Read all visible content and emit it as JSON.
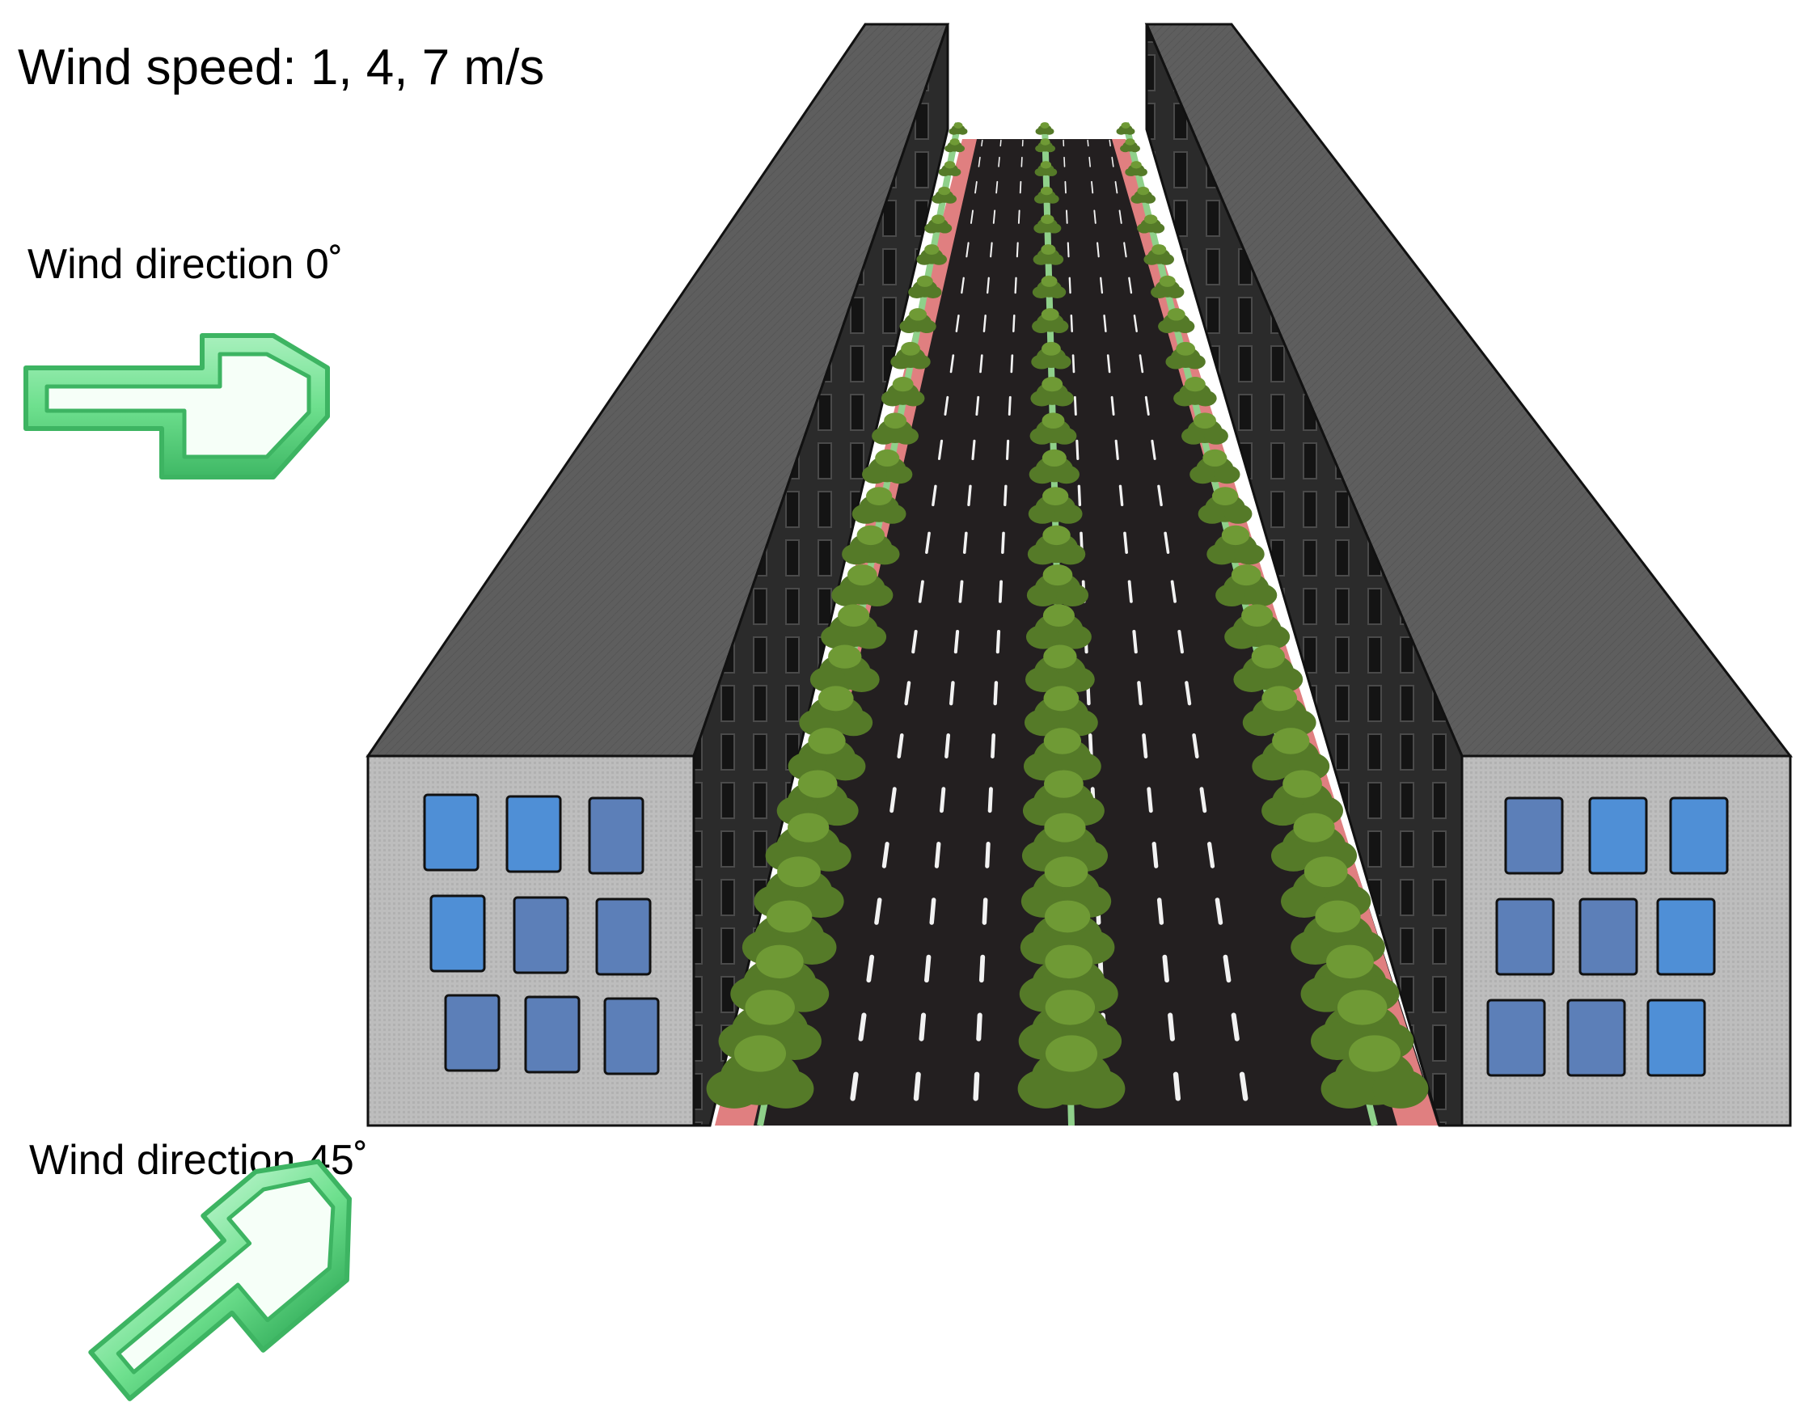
{
  "labels": {
    "wind_speed": "Wind speed: 1, 4, 7 m/s",
    "wind_direction_0": "Wind direction 0˚",
    "wind_direction_45": "Wind direction 45˚"
  },
  "icons": {
    "direction_0": "arrow-right-icon",
    "direction_45": "arrow-up-right-icon"
  },
  "colors": {
    "arrow_green": "#6ee08e",
    "road": "#231f20",
    "sidewalk": "#e07f80",
    "tree": "#5b7f2b",
    "building_top": "#5e5e5e",
    "building_front": "#b9b9b9",
    "window": "#5c7fb8"
  }
}
